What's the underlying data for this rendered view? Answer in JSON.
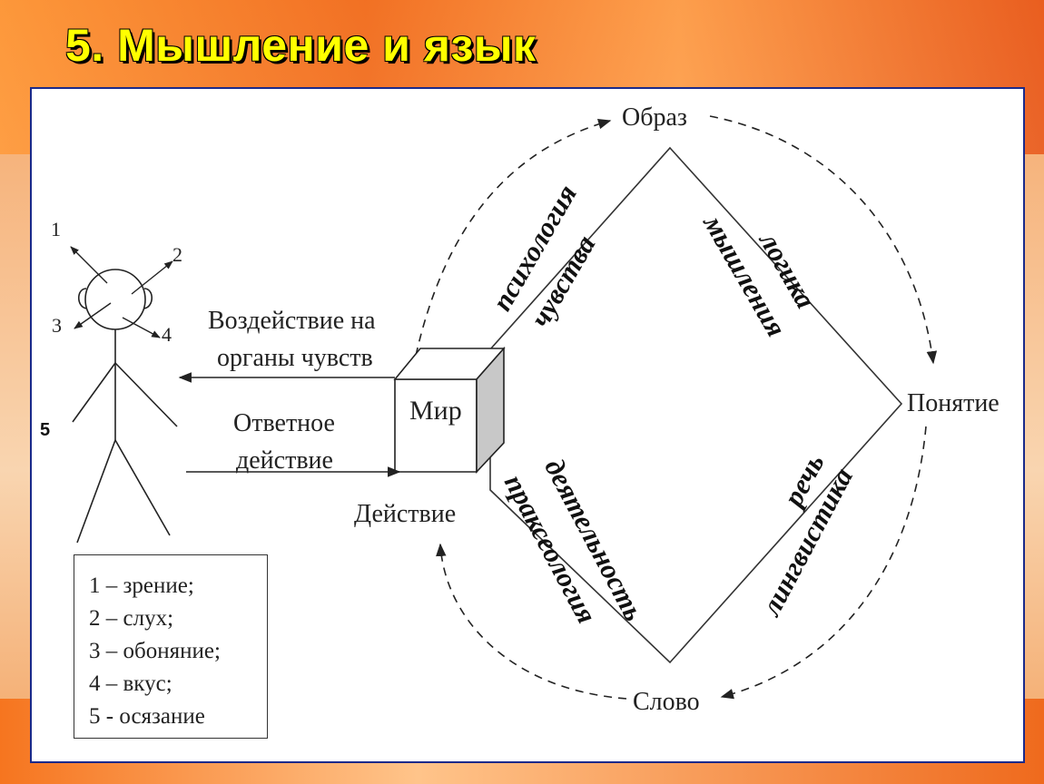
{
  "slide": {
    "title": "5. Мышление и язык",
    "side_number": "5"
  },
  "nodes": {
    "image": "Образ",
    "concept": "Понятие",
    "word": "Слово",
    "action": "Действие",
    "world": "Мир"
  },
  "arrows": {
    "influence_line1": "Воздействие на",
    "influence_line2": "органы чувств",
    "response_line1": "Ответное",
    "response_line2": "действие"
  },
  "sides": {
    "psychology": "психология",
    "feelings": "чувства",
    "logic": "логика",
    "thinking": "мышления",
    "speech": "речь",
    "linguistics": "лингвистика",
    "activity": "деятельность",
    "praxeology": "праксеология"
  },
  "figure_numbers": [
    "1",
    "2",
    "3",
    "4"
  ],
  "legend": {
    "items": [
      "1 – зрение;",
      "2 – слух;",
      "3 – обоняние;",
      "4 – вкус;",
      "5 - осязание"
    ]
  },
  "colors": {
    "title": "#ffff00",
    "panel_border": "#1a2a8a"
  }
}
